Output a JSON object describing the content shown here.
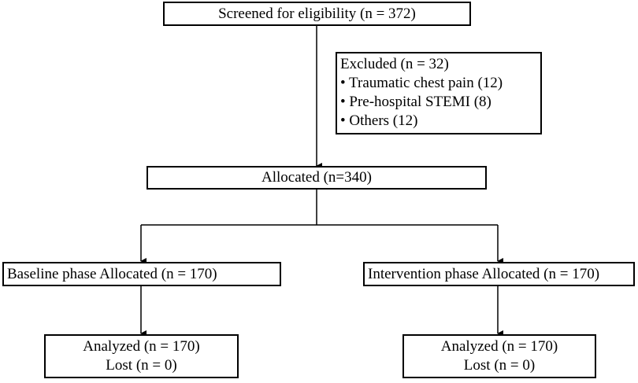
{
  "screened": {
    "text": "Screened for eligibility (n = 372)"
  },
  "excluded": {
    "title": "Excluded (n = 32)",
    "items": [
      "• Traumatic chest pain (12)",
      "• Pre-hospital STEMI (8)",
      "• Others (12)"
    ]
  },
  "allocated": {
    "text": "Allocated (n=340)"
  },
  "baseline": {
    "allocated": "Baseline phase Allocated (n = 170)",
    "analyzed": "Analyzed (n = 170)",
    "lost": "Lost (n = 0)"
  },
  "intervention": {
    "allocated": "Intervention phase Allocated (n = 170)",
    "analyzed": "Analyzed (n = 170)",
    "lost": "Lost (n = 0)"
  }
}
